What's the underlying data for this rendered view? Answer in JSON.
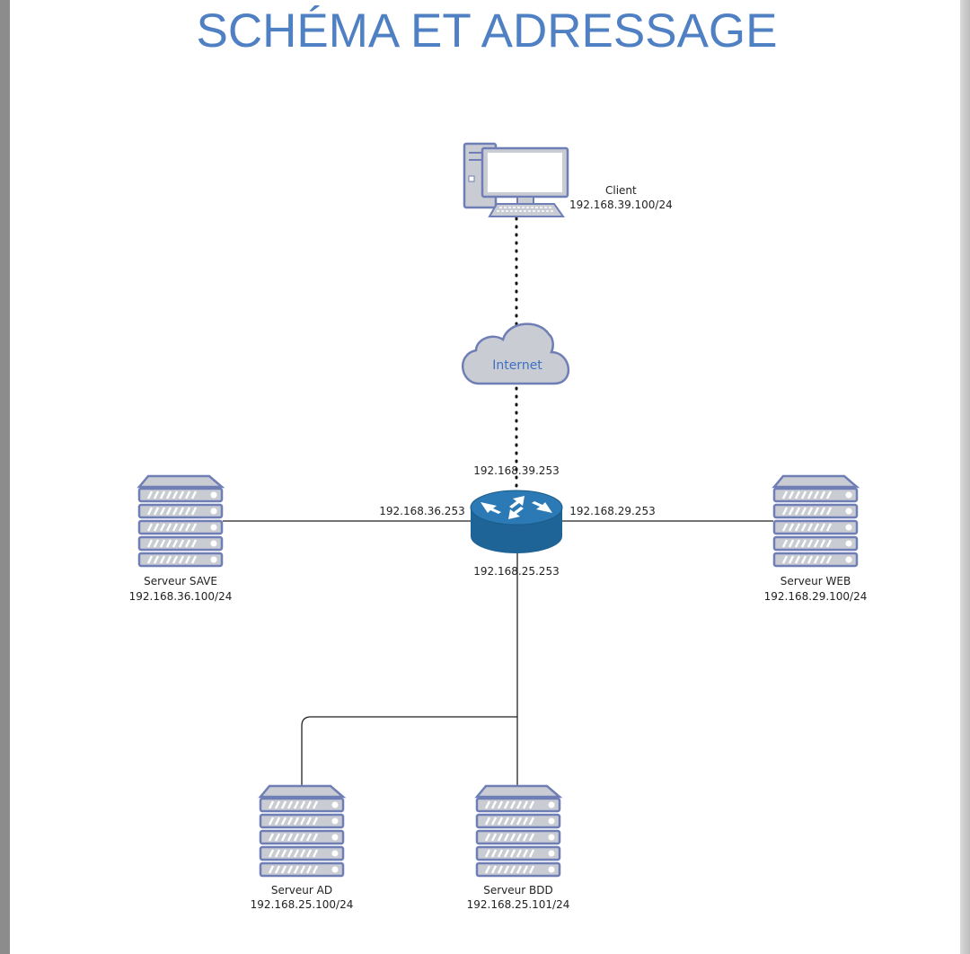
{
  "title": "SCHÉMA ET ADRESSAGE",
  "client": {
    "name": "Client",
    "ip": "192.168.39.100/24"
  },
  "cloud": {
    "label": "Internet"
  },
  "router": {
    "ip_top": "192.168.39.253",
    "ip_left": "192.168.36.253",
    "ip_right": "192.168.29.253",
    "ip_bottom": "192.168.25.253"
  },
  "servers": {
    "save": {
      "name": "Serveur SAVE",
      "ip": "192.168.36.100/24"
    },
    "web": {
      "name": "Serveur WEB",
      "ip": "192.168.29.100/24"
    },
    "ad": {
      "name": "Serveur AD",
      "ip": "192.168.25.100/24"
    },
    "bdd": {
      "name": "Serveur BDD",
      "ip": "192.168.25.101/24"
    }
  },
  "colors": {
    "title": "#4e80c3",
    "device_stroke": "#6f7fb6",
    "device_fill": "#c9cdd3",
    "router": "#1f6496",
    "cloud_text": "#3d6fc3"
  }
}
